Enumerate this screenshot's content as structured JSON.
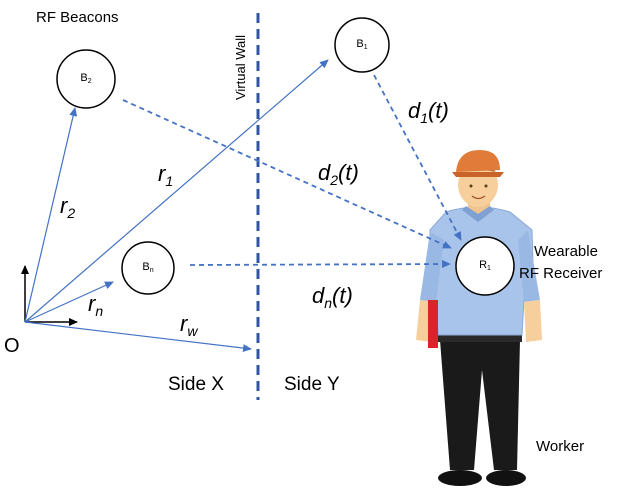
{
  "title_label": "RF Beacons",
  "virtual_wall_label": "Virtual Wall",
  "origin_label": "O",
  "side_x_label": "Side X",
  "side_y_label": "Side Y",
  "receiver_label_line1": "Wearable",
  "receiver_label_line2": "RF Receiver",
  "worker_label": "Worker",
  "beacons": [
    {
      "base": "B",
      "sub": "2"
    },
    {
      "base": "B",
      "sub": "1"
    },
    {
      "base": "B",
      "sub": "n"
    }
  ],
  "receiver": {
    "base": "R",
    "sub": "1"
  },
  "vectors": [
    {
      "base": "r",
      "sub": "2"
    },
    {
      "base": "r",
      "sub": "1"
    },
    {
      "base": "r",
      "sub": "n"
    },
    {
      "base": "r",
      "sub": "w"
    }
  ],
  "distances": [
    {
      "base": "d",
      "sub": "1",
      "suffix": "(t)"
    },
    {
      "base": "d",
      "sub": "2",
      "suffix": "(t)"
    },
    {
      "base": "d",
      "sub": "n",
      "suffix": "(t)"
    }
  ],
  "colors": {
    "vector": "#4472c4",
    "dashed": "#4472c4",
    "wall": "#2f55a4",
    "shirt": "#a9c4ea",
    "skin": "#f6cf9c",
    "hat": "#e07b39",
    "pants": "#1a1a1a",
    "folder": "#d9242a"
  }
}
